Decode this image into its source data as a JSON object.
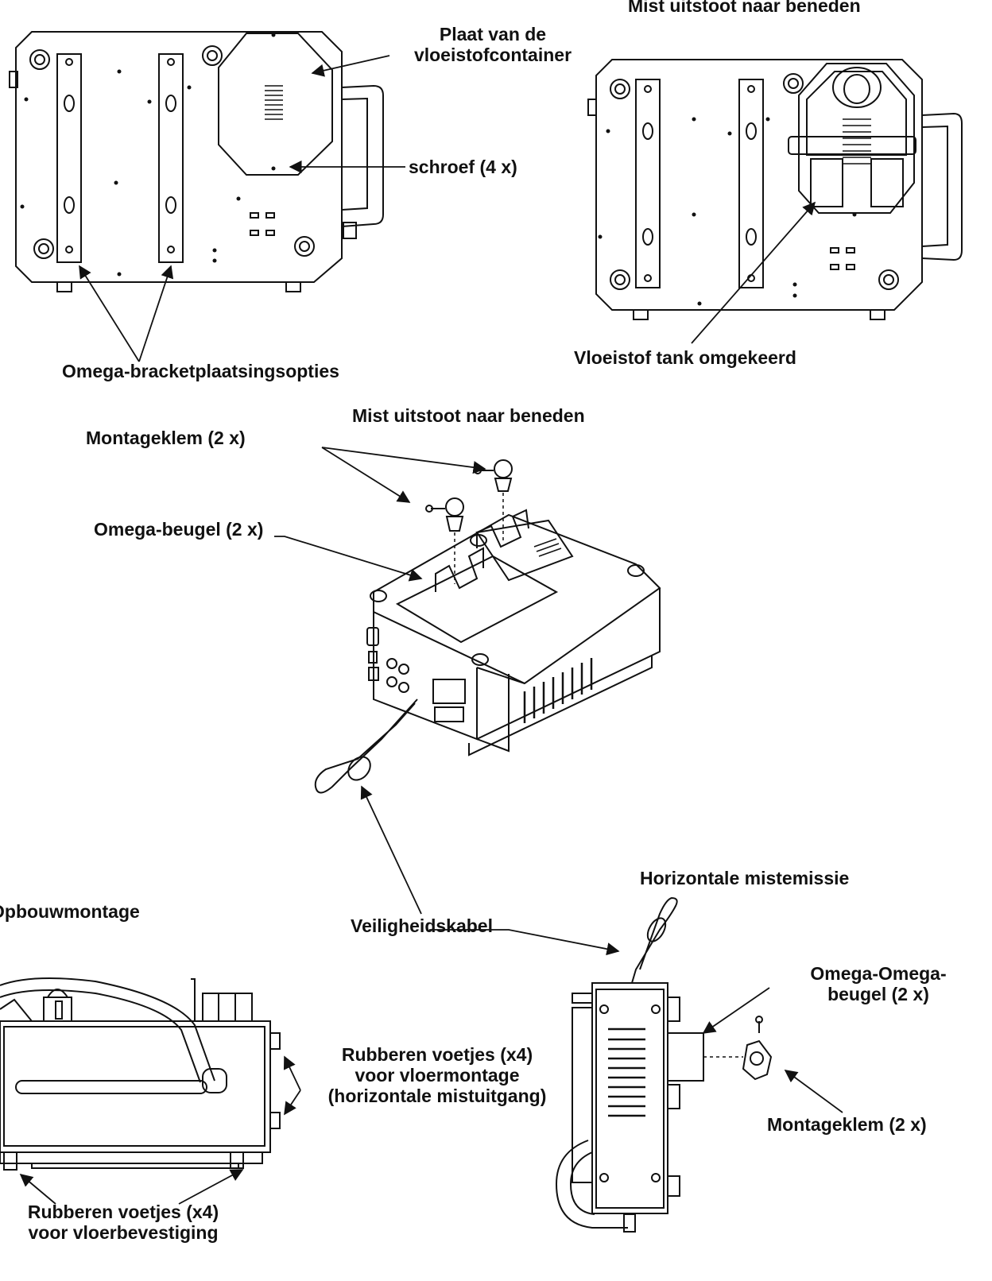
{
  "labels": {
    "liquid_container_plate": "Plaat van de\nvloeistofcontainer",
    "screw_4x": "schroef (4 x)",
    "omega_bracket_options": "Omega-bracketplaatsingsopties",
    "mist_down_top": "Mist uitstoot naar beneden",
    "liquid_tank_inverted": "Vloeistof tank omgekeerd",
    "mist_down_middle": "Mist uitstoot naar beneden",
    "mounting_clamp_2x_middle": "Montageklem (2 x)",
    "omega_bracket_2x": "Omega-beugel (2 x)",
    "surface_mount": "Opbouwmontage",
    "safety_cable": "Veiligheidskabel",
    "horizontal_mist_emission": "Horizontale mistemissie",
    "omega_omega_bracket": "Omega-Omega-\nbeugel (2 x)",
    "rubber_feet_horizontal": "Rubberen voetjes (x4)\nvoor vloermontage\n(horizontale mistuitgang)",
    "mounting_clamp_2x_right": "Montageklem (2 x)",
    "rubber_feet_floor": "Rubberen voetjes (x4)\nvoor vloerbevestiging"
  }
}
